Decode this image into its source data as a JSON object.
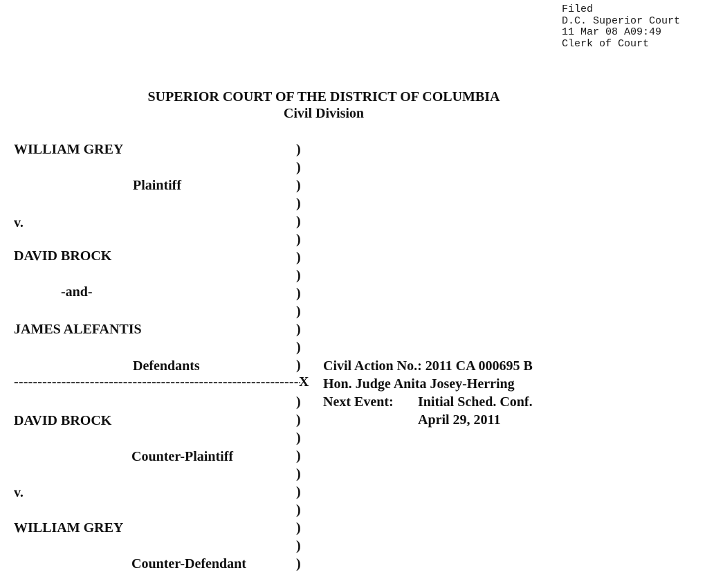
{
  "stamp": {
    "line1": "Filed",
    "line2": "D.C. Superior Court",
    "line3": "11 Mar 08 A09:49",
    "line4": "Clerk of Court"
  },
  "court": {
    "name": "SUPERIOR COURT OF THE DISTRICT OF COLUMBIA",
    "division": "Civil Division"
  },
  "caption": {
    "plaintiff_name": "WILLIAM GREY",
    "plaintiff_role": "Plaintiff",
    "versus1": "v.",
    "defendant1_name": "DAVID BROCK",
    "conjunction": "-and-",
    "defendant2_name": "JAMES ALEFANTIS",
    "defendants_role": "Defendants",
    "divider": "-----------------------------------------------------------------------------------",
    "divider_end": "X",
    "counter_plaintiff_name": "DAVID BROCK",
    "counter_plaintiff_role": "Counter-Plaintiff",
    "versus2": "v.",
    "counter_defendant_name": "WILLIAM GREY",
    "counter_defendant_role": "Counter-Defendant",
    "paren": ")"
  },
  "case_info": {
    "civil_action": "Civil Action No.: 2011 CA 000695 B",
    "judge": "Hon. Judge Anita Josey-Herring",
    "next_event_label": "Next Event:",
    "next_event_value": "Initial Sched. Conf.",
    "next_event_date": "April 29, 2011"
  }
}
